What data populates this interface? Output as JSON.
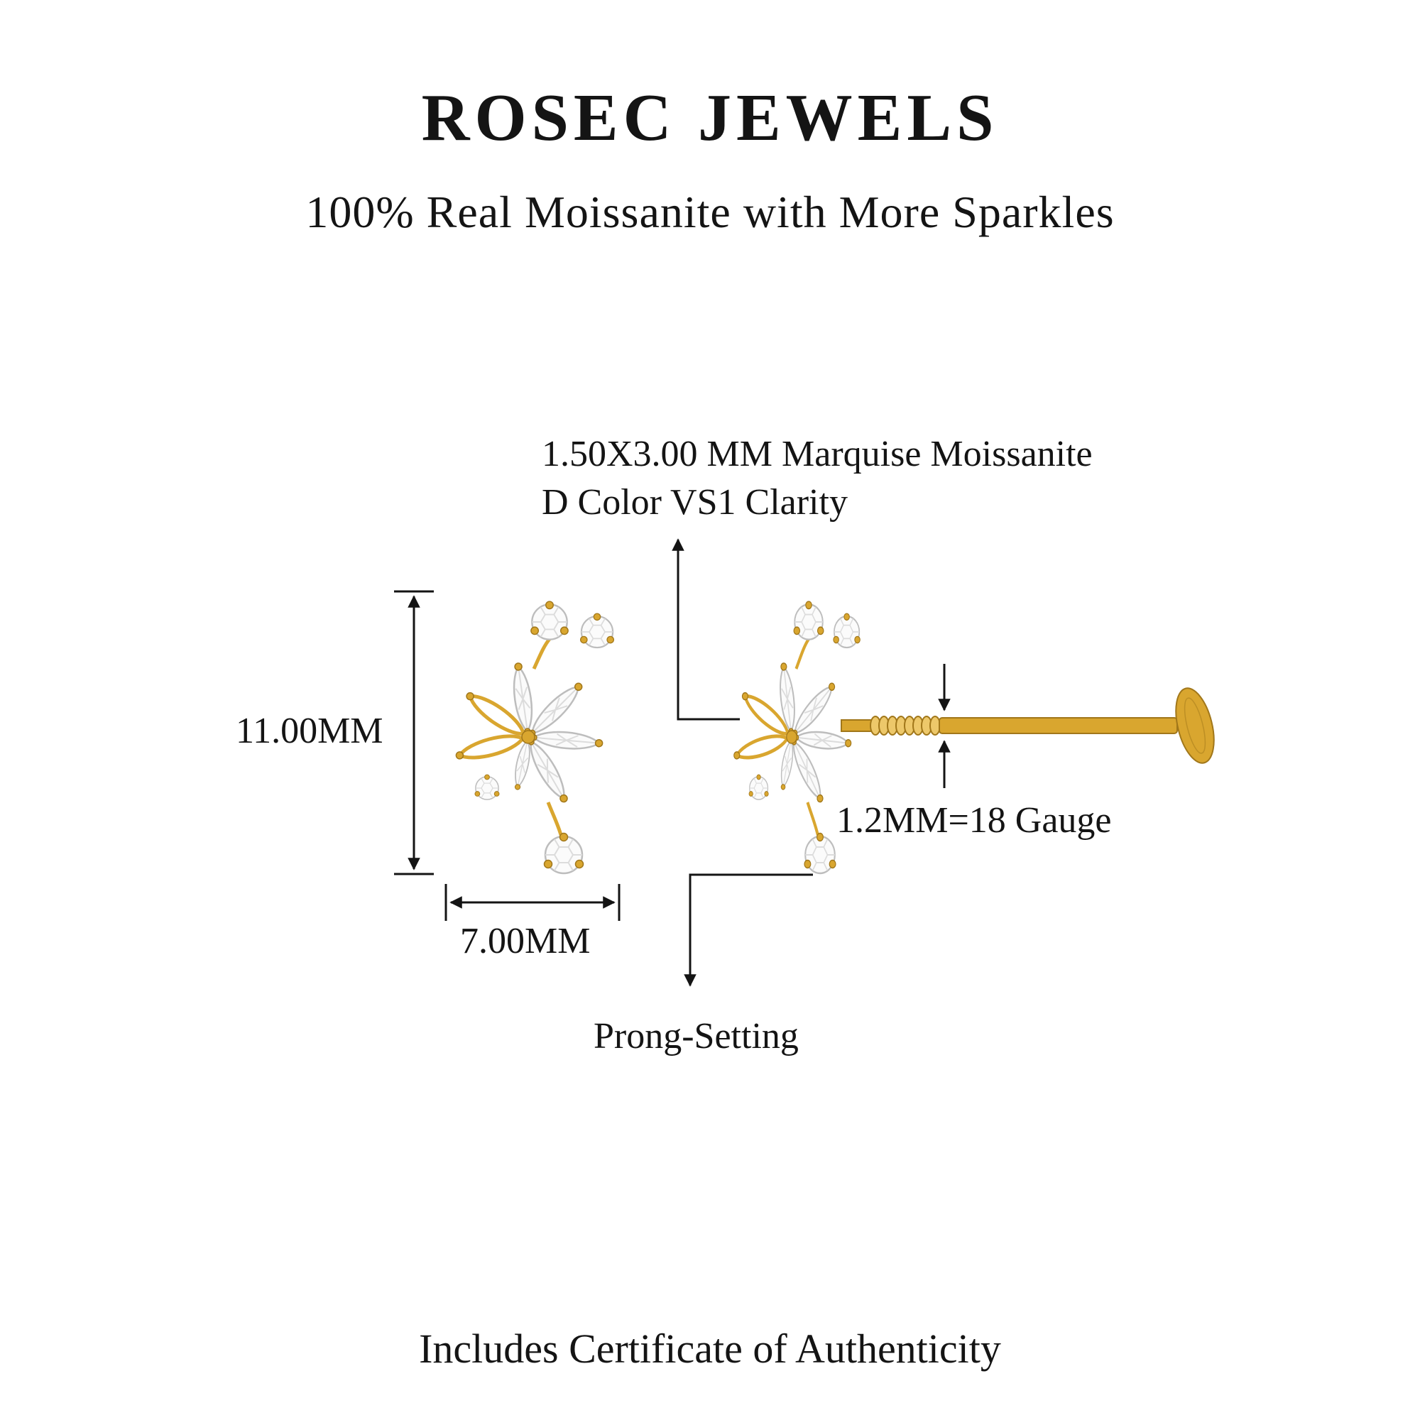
{
  "header": {
    "brand": "ROSEC JEWELS",
    "tagline": "100% Real Moissanite with More Sparkles"
  },
  "annotations": {
    "stone_line1": "1.50X3.00 MM Marquise Moissanite",
    "stone_line2": "D Color VS1 Clarity",
    "gauge": "1.2MM=18 Gauge",
    "setting": "Prong-Setting"
  },
  "dimensions": {
    "height": "11.00MM",
    "width": "7.00MM"
  },
  "footer": {
    "note": "Includes Certificate of Authenticity"
  },
  "colors": {
    "ink": "#141414",
    "bg": "#ffffff",
    "gold": "#D9A62F",
    "gold_dark": "#A1771A",
    "gold_light": "#EDC86A",
    "stone": "#FBFBFB",
    "stone_edge": "#BDBDBD",
    "facet": "#DCDCDC"
  }
}
